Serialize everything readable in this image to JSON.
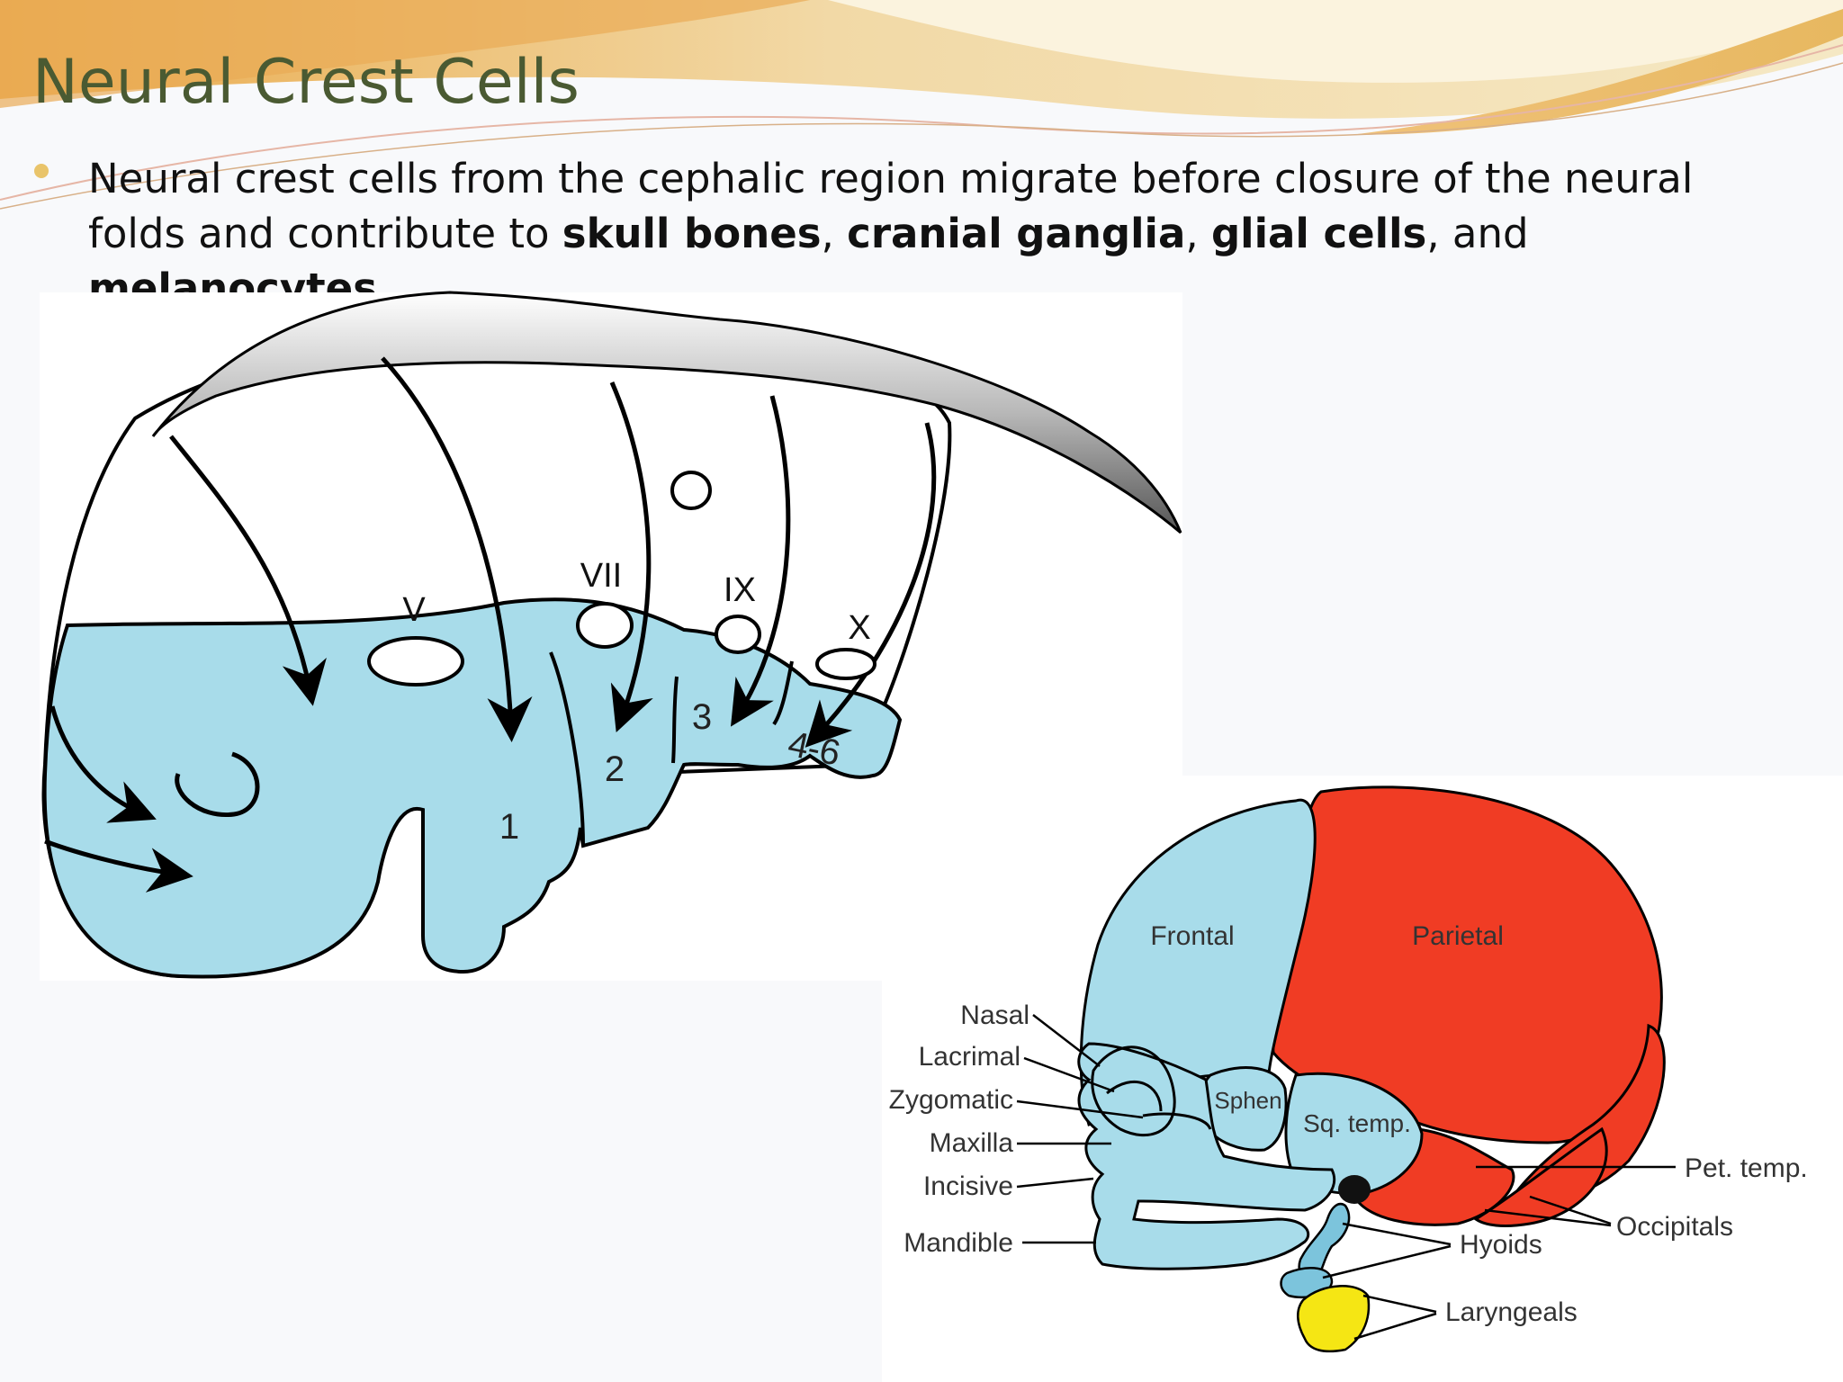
{
  "slide": {
    "title": "Neural Crest Cells",
    "bullet": {
      "t1": "Neural crest cells from the cephalic region migrate before closure of the neural folds and contribute to ",
      "b1": "skull bones",
      "t2": ", ",
      "b2": "cranial ganglia",
      "t3": ", ",
      "b3": "glial cells",
      "t4": ", and ",
      "b4": "melanocytes"
    }
  },
  "embryo": {
    "nerve_labels": {
      "v": "V",
      "vii": "VII",
      "ix": "IX",
      "x": "X"
    },
    "arch_labels": {
      "a1": "1",
      "a2": "2",
      "a3": "3",
      "a46": "4-6"
    }
  },
  "skull": {
    "region_labels": {
      "frontal": "Frontal",
      "parietal": "Parietal",
      "sphen": "Sphen",
      "sqtemp": "Sq. temp."
    },
    "callouts": {
      "nasal": "Nasal",
      "lacrimal": "Lacrimal",
      "zygomatic": "Zygomatic",
      "maxilla": "Maxilla",
      "incisive": "Incisive",
      "mandible": "Mandible",
      "pet_temp": "Pet. temp.",
      "occipitals": "Occipitals",
      "hyoids": "Hyoids",
      "laryngeals": "Laryngeals"
    }
  },
  "colors": {
    "neural_crest": "#a8dcea",
    "mesoderm": "#f03c24",
    "laryngeal": "#f5e614",
    "title": "#4a5a32"
  }
}
